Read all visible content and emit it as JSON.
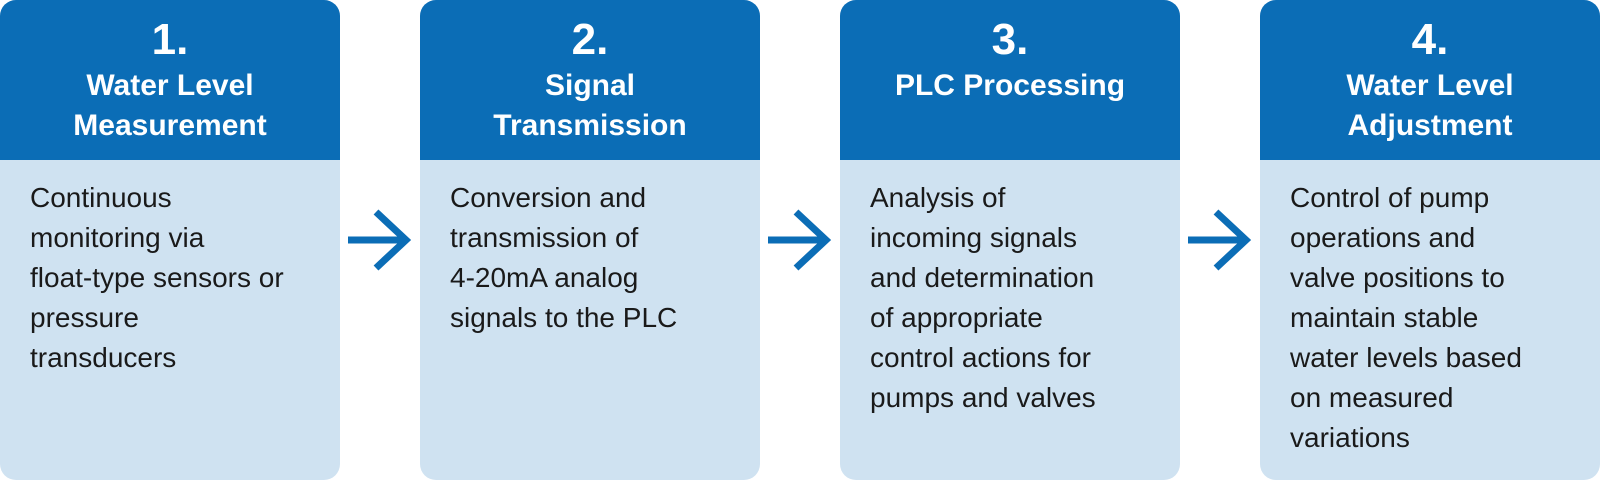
{
  "colors": {
    "header": "#0b6db6",
    "body": "#cfe2f1",
    "arrow": "#0b6db6",
    "header_text": "#ffffff",
    "body_text": "#1a1a1a"
  },
  "steps": [
    {
      "number": "1.",
      "title": "Water Level\nMeasurement",
      "description": "Continuous\nmonitoring via\nfloat-type sensors or\npressure\ntransducers"
    },
    {
      "number": "2.",
      "title": "Signal\nTransmission",
      "description": "Conversion and\ntransmission of\n4-20mA analog\nsignals to the PLC"
    },
    {
      "number": "3.",
      "title": "PLC Processing",
      "description": "Analysis of\nincoming signals\nand determination\nof appropriate\ncontrol actions for\npumps and valves"
    },
    {
      "number": "4.",
      "title": "Water Level\nAdjustment",
      "description": "Control of pump\noperations and\nvalve positions to\nmaintain stable\nwater levels based\non measured\nvariations"
    }
  ],
  "arrows": [
    {
      "icon": "arrow-right-icon"
    },
    {
      "icon": "arrow-right-icon"
    },
    {
      "icon": "arrow-right-icon"
    }
  ]
}
